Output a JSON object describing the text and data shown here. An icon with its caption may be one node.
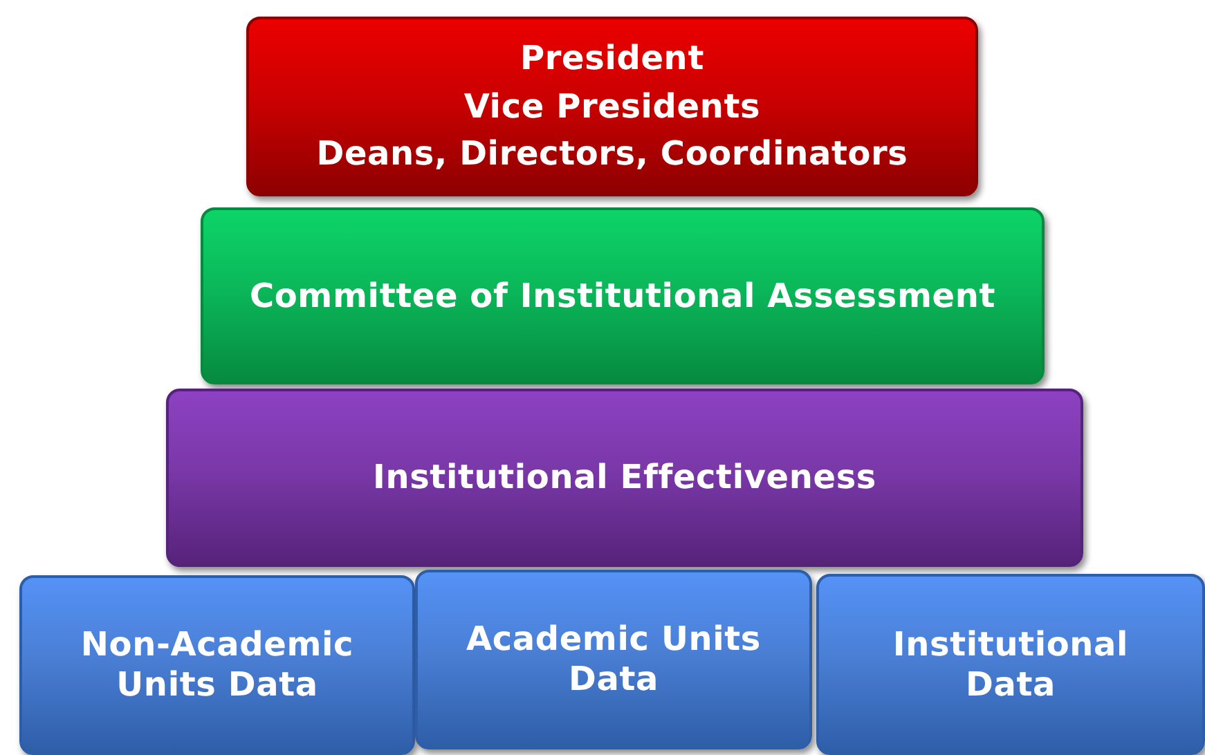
{
  "diagram": {
    "nodes": [
      {
        "text": [
          "President",
          "Vice Presidents",
          "Deans, Directors, Coordinators"
        ]
      },
      {
        "text": [
          "Committee of Institutional Assessment"
        ]
      },
      {
        "text": [
          "Institutional Effectiveness"
        ]
      },
      {
        "text": [
          "Non-Academic Units Data"
        ]
      },
      {
        "text": [
          "Academic Units Data"
        ]
      },
      {
        "text": [
          "Institutional Data"
        ]
      }
    ]
  }
}
